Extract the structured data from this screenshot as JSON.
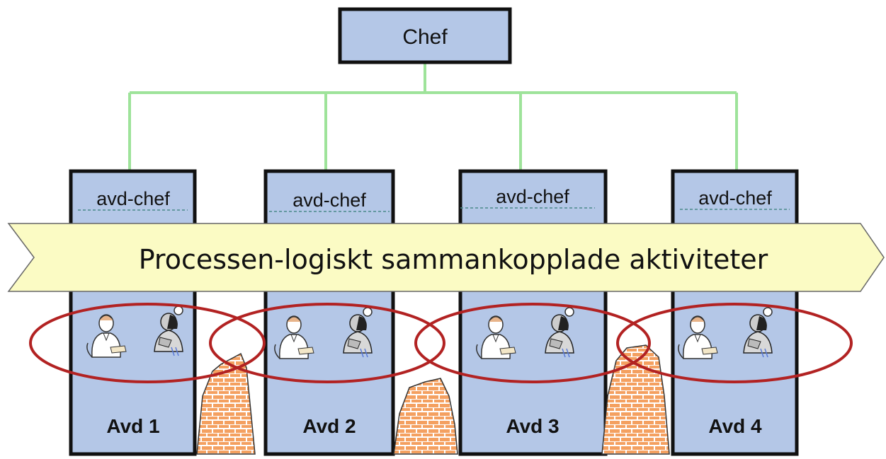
{
  "diagram": {
    "top": {
      "label": "Chef"
    },
    "departments": [
      {
        "head": "avd-chef",
        "name": "Avd 1"
      },
      {
        "head": "avd-chef",
        "name": "Avd 2"
      },
      {
        "head": "avd-chef",
        "name": "Avd 3"
      },
      {
        "head": "avd-chef",
        "name": "Avd 4"
      }
    ],
    "process_banner": "Processen-logiskt sammankopplade aktiviteter",
    "colors": {
      "box_fill": "#b4c7e7",
      "box_border": "#111111",
      "connector": "#9ee39a",
      "banner_fill": "#fbfbc4",
      "ellipse": "#b22222",
      "wall": "#f29a5a"
    },
    "icons": [
      "doctor-icon",
      "nurse-icon",
      "brick-wall-icon"
    ]
  }
}
